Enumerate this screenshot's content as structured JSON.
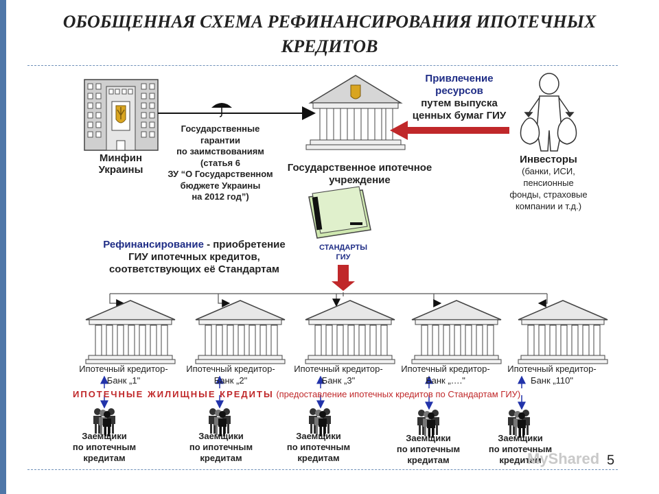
{
  "title": "ОБОБЩЕННАЯ СХЕМА РЕФИНАНСИРОВАНИЯ ИПОТЕЧНЫХ КРЕДИТОВ",
  "minfin": {
    "line1": "Минфин",
    "line2": "Украины"
  },
  "guarantees": [
    "Государственные",
    "гарантии",
    "по заимствованиям",
    "(статья 6",
    "ЗУ “О Государственном",
    "бюджете Украины",
    "на 2012 год”)"
  ],
  "agency": {
    "line1": "Государственное ипотечное",
    "line2": "учреждение"
  },
  "attract": {
    "line1": "Привлечение",
    "line2": "ресурсов",
    "line3": "путем выпуска",
    "line4": "ценных бумаг ГИУ"
  },
  "investors": {
    "title": "Инвесторы",
    "lines": [
      "(банки, ИСИ,",
      "пенсионные",
      "фонды, страховые",
      "компании и т.д.)"
    ]
  },
  "standards": {
    "line1": "СТАНДАРТЫ",
    "line2": "ГИУ"
  },
  "refinancing": {
    "bold": "Рефинансирование",
    "rest": " - приобретение",
    "line2": "ГИУ ипотечных кредитов,",
    "line3": "соответствующих её Стандартам"
  },
  "banks": [
    {
      "line1": "Ипотечный кредитор-",
      "line2": "Банк „1\""
    },
    {
      "line1": "Ипотечный кредитор-",
      "line2": "Банк „2\""
    },
    {
      "line1": "Ипотечный кредитор-",
      "line2": "Банк „3\""
    },
    {
      "line1": "Ипотечный кредитор-",
      "line2": "Банк „….\""
    },
    {
      "line1": "Ипотечный кредитор-",
      "line2": "Банк „110\""
    }
  ],
  "loans": {
    "main": "ИПОТЕЧНЫЕ ЖИЛИЩНЫЕ КРЕДИТЫ",
    "note": " (предоставление ипотечных кредитов по Стандартам ГИУ)"
  },
  "borrowers": [
    {
      "line1": "Заемщики",
      "line2": "по ипотечным",
      "line3": "кредитам"
    },
    {
      "line1": "Заемщики",
      "line2": "по ипотечным",
      "line3": "кредитам"
    },
    {
      "line1": "Заемщики",
      "line2": "по ипотечным",
      "line3": "кредитам"
    },
    {
      "line1": "Заемщики",
      "line2": "по ипотечным",
      "line3": "кредитам"
    },
    {
      "line1": "Заемщики",
      "line2": "по ипотечным",
      "line3": "кредитам"
    }
  ],
  "page_number": "5",
  "watermark": "MyShared",
  "colors": {
    "accent_blue": "#1f2d86",
    "arrow_red": "#c0282a",
    "sidebar": "#4f77a8",
    "standards_green": "#cfe8b0"
  }
}
